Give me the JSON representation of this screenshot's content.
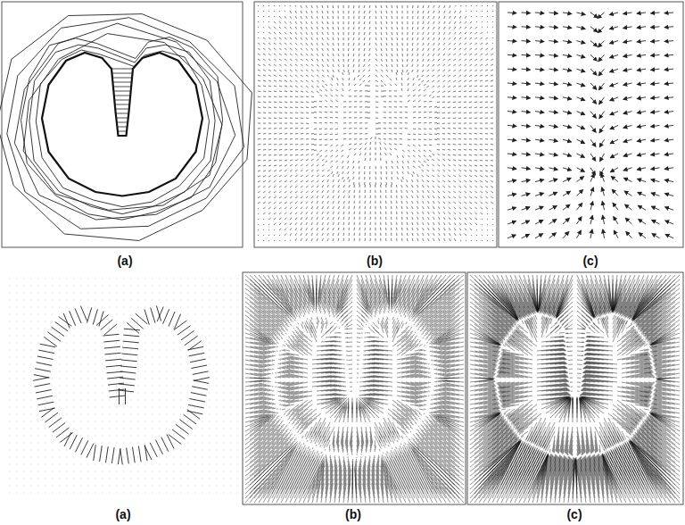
{
  "diagram": {
    "labels": [
      "(a)",
      "(b)",
      "(c)",
      "(a)",
      "(b)",
      "(c)"
    ]
  }
}
